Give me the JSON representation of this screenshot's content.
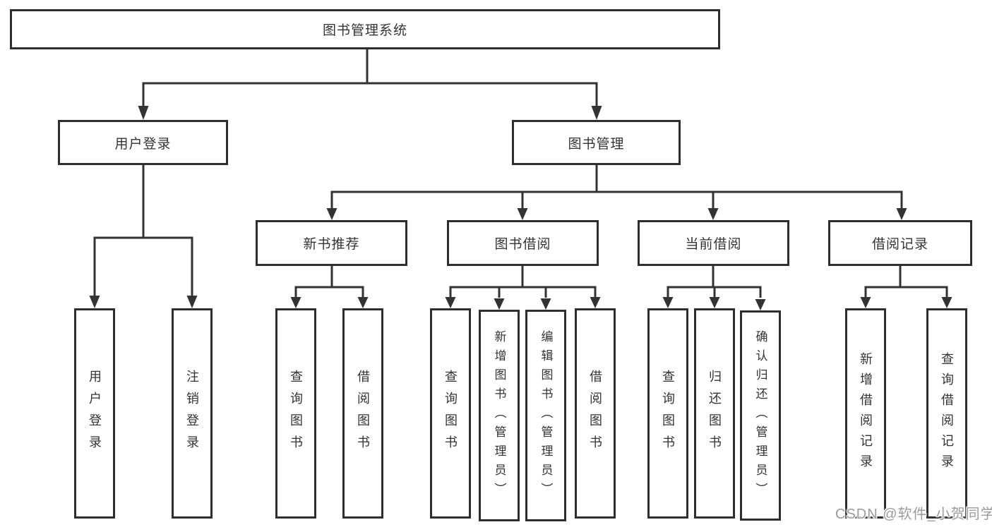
{
  "colors": {
    "background": "#ffffff",
    "line": "#333333",
    "box_border": "#2e2e2e",
    "text": "#333333",
    "watermark_text": "#9b9b9b"
  },
  "root": {
    "label": "图书管理系统"
  },
  "level2": [
    {
      "id": "user-login",
      "label": "用户登录"
    },
    {
      "id": "book-management",
      "label": "图书管理"
    }
  ],
  "level3": [
    {
      "id": "new-book-recommend",
      "label": "新书推荐"
    },
    {
      "id": "book-borrow",
      "label": "图书借阅"
    },
    {
      "id": "current-borrow",
      "label": "当前借阅"
    },
    {
      "id": "borrow-records",
      "label": "借阅记录"
    }
  ],
  "level4": {
    "user_login_children": [
      "用户登录",
      "注销登录"
    ],
    "new_book_children": [
      "查询图书",
      "借阅图书"
    ],
    "book_borrow_children": [
      "查询图书",
      "新增图书（管理员）",
      "编辑图书（管理员）",
      "借阅图书"
    ],
    "current_borrow_children": [
      "查询图书",
      "归还图书",
      "确认归还（管理员）"
    ],
    "borrow_records_children": [
      "新增借阅记录",
      "查询借阅记录"
    ]
  },
  "watermark": {
    "text": "CSDN @软件_小贺同学"
  }
}
